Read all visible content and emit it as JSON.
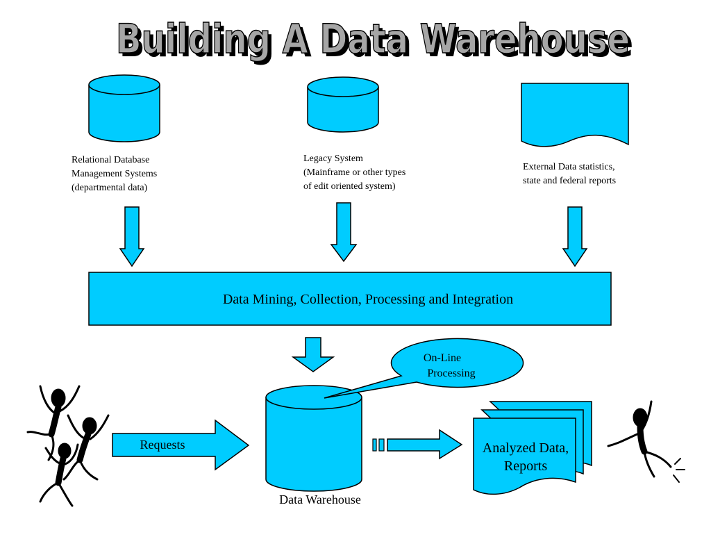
{
  "title": "Building A Data Warehouse",
  "sources": {
    "relational": [
      "Relational Database",
      "Management Systems",
      "(departmental data)"
    ],
    "legacy": [
      "Legacy System",
      "(Mainframe or other types",
      "of edit oriented system)"
    ],
    "external": [
      "External Data statistics,",
      "state and federal reports"
    ]
  },
  "integration_label": "Data Mining, Collection, Processing and Integration",
  "callout": [
    "On-Line",
    "Processing"
  ],
  "requests_label": "Requests",
  "warehouse_label": "Data Warehouse",
  "output": [
    "Analyzed Data,",
    "Reports"
  ],
  "colors": {
    "fill": "#00CCFF",
    "stroke": "#000000",
    "title_fill": "#A6A6A6"
  }
}
